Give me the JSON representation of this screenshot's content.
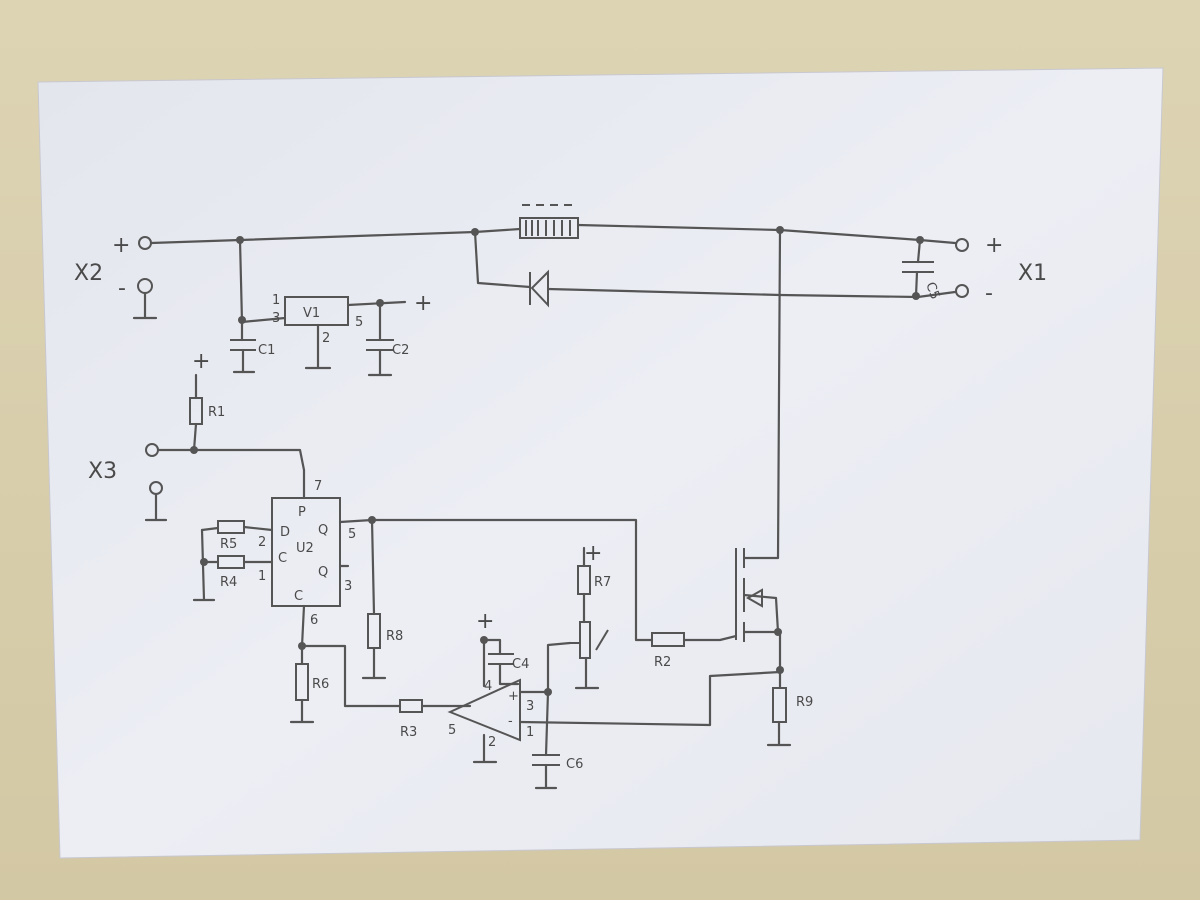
{
  "connectors": {
    "x1": {
      "name": "X1",
      "plus": "+",
      "minus": "-"
    },
    "x2": {
      "name": "X2",
      "plus": "+",
      "minus": "-"
    },
    "x3": {
      "name": "X3"
    }
  },
  "components": {
    "v1": "V1",
    "u2": "U2",
    "c1": "C1",
    "c2": "C2",
    "c4": "C4",
    "c5": "C5",
    "c6": "C6",
    "r1": "R1",
    "r2": "R2",
    "r3": "R3",
    "r4": "R4",
    "r5": "R5",
    "r6": "R6",
    "r7": "R7",
    "r8": "R8",
    "r9": "R9"
  },
  "v1_pins": {
    "p1": "1",
    "p3": "3",
    "p2": "2",
    "p5": "5"
  },
  "u2_pins": {
    "p7": "7",
    "p2": "2",
    "p1": "1",
    "p5": "5",
    "p3": "3",
    "p6": "6",
    "pre": "P",
    "d": "D",
    "c": "C",
    "q": "Q",
    "qbar": "Q",
    "clr": "C"
  },
  "opamp_pins": {
    "p4": "4",
    "p3": "3",
    "p1": "1",
    "p2": "2",
    "p5": "5",
    "plus": "+",
    "minus": "-"
  },
  "supply": {
    "plus": "+"
  }
}
